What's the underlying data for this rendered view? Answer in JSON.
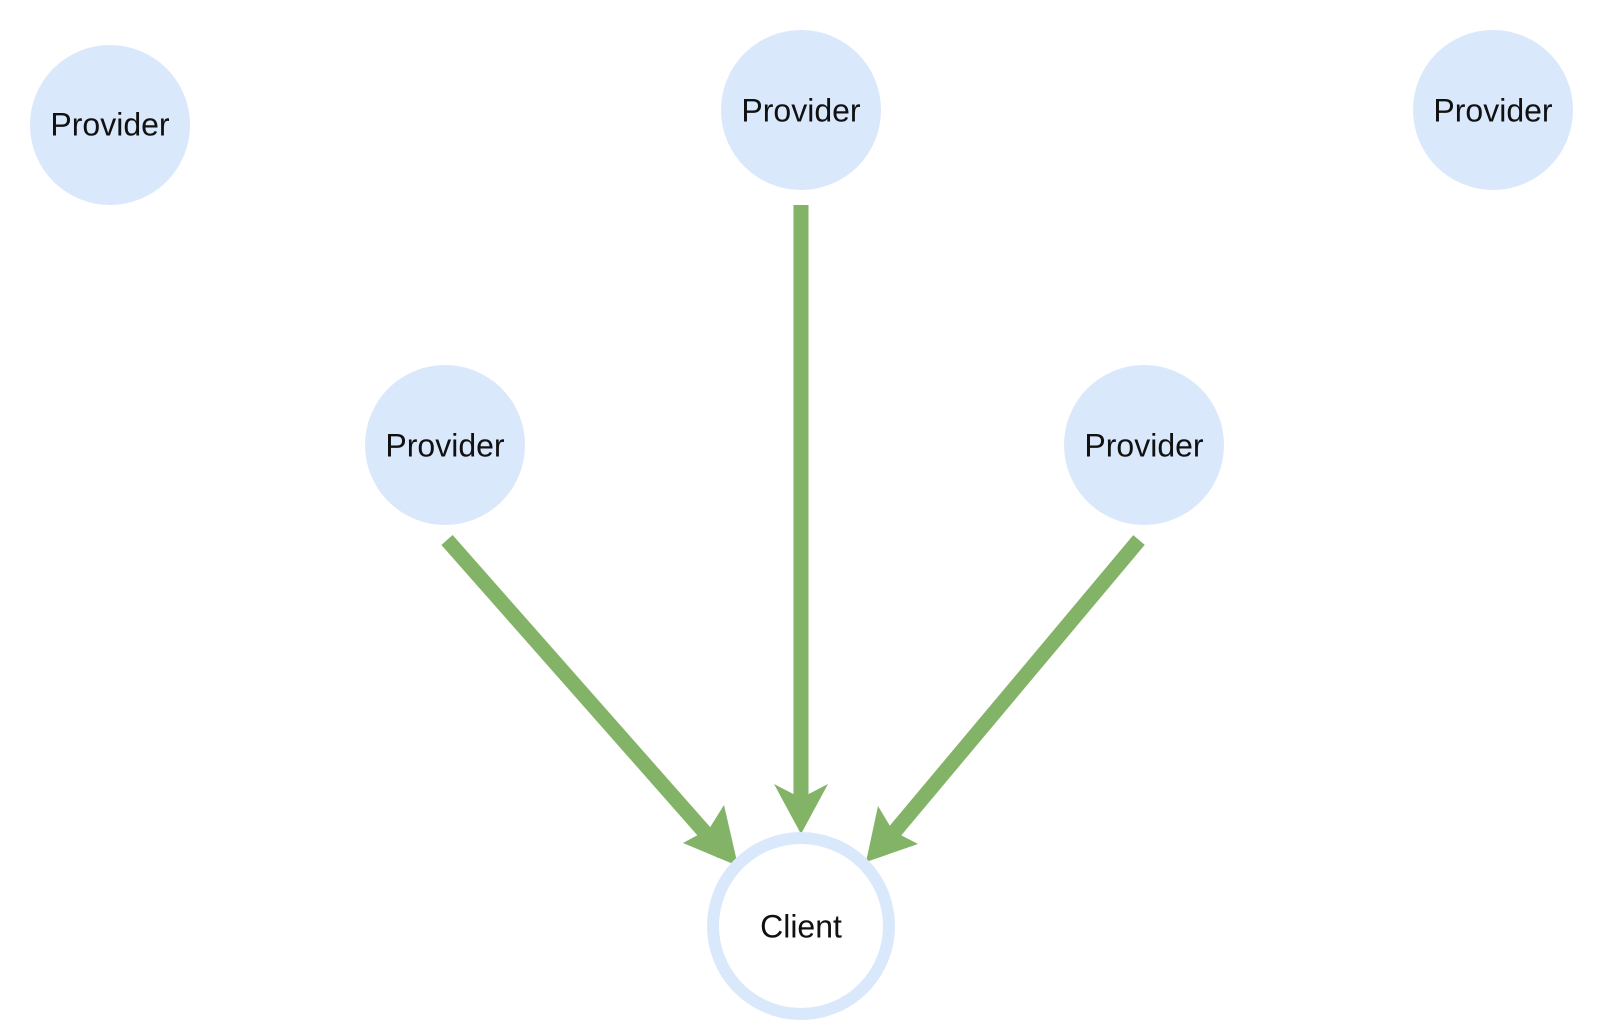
{
  "colors": {
    "node_fill": "#dae8fc",
    "node_border": "#dae8fc",
    "client_fill": "#ffffff",
    "arrow": "#82b366",
    "text": "#111111",
    "background": "#ffffff"
  },
  "nodes": {
    "provider_top_left": {
      "label": "Provider"
    },
    "provider_top_center": {
      "label": "Provider"
    },
    "provider_top_right": {
      "label": "Provider"
    },
    "provider_middle_left": {
      "label": "Provider"
    },
    "provider_middle_right": {
      "label": "Provider"
    },
    "client": {
      "label": "Client"
    }
  },
  "edges": [
    {
      "from": "provider_middle_left",
      "to": "client"
    },
    {
      "from": "provider_top_center",
      "to": "client"
    },
    {
      "from": "provider_middle_right",
      "to": "client"
    }
  ]
}
